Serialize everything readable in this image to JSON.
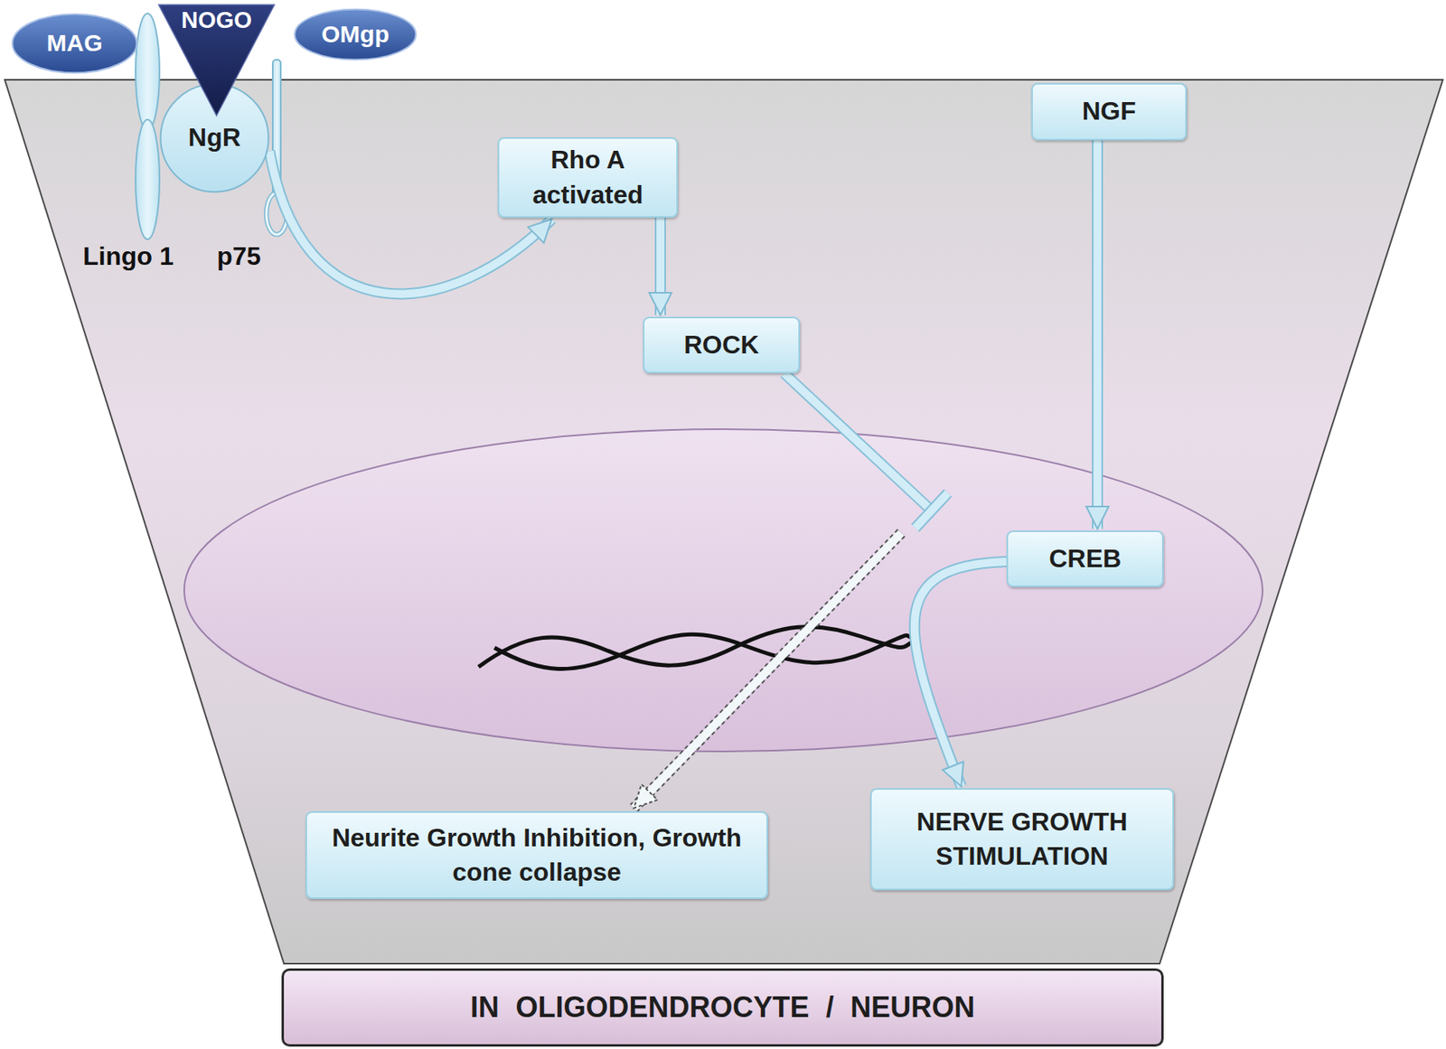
{
  "diagram": {
    "nodes": [
      {
        "text": [
          "MAG"
        ]
      },
      {
        "text": [
          "NOGO"
        ]
      },
      {
        "text": [
          "OMgp"
        ]
      },
      {
        "text": [
          "NgR"
        ]
      },
      {
        "text": [
          "Rho A activated"
        ]
      },
      {
        "text": [
          "ROCK"
        ]
      },
      {
        "text": [
          "NGF"
        ]
      },
      {
        "text": [
          "CREB"
        ]
      },
      {
        "text": [
          "Neurite Growth Inhibition, Growth cone collapse"
        ]
      },
      {
        "text": [
          "NERVE GROWTH STIMULATION"
        ]
      },
      {
        "text": [
          "IN OLIGODENDROCYTE / NEURON"
        ]
      }
    ],
    "edges": [
      {
        "from": 3,
        "to": 4,
        "arrow": "to"
      },
      {
        "from": 4,
        "to": 5,
        "arrow": "to"
      },
      {
        "from": 5,
        "to": 8,
        "arrow": "to"
      },
      {
        "from": 6,
        "to": 7,
        "arrow": "to"
      },
      {
        "from": 7,
        "to": 9,
        "arrow": "to"
      }
    ],
    "labels": [
      "Lingo 1",
      "p75"
    ]
  }
}
